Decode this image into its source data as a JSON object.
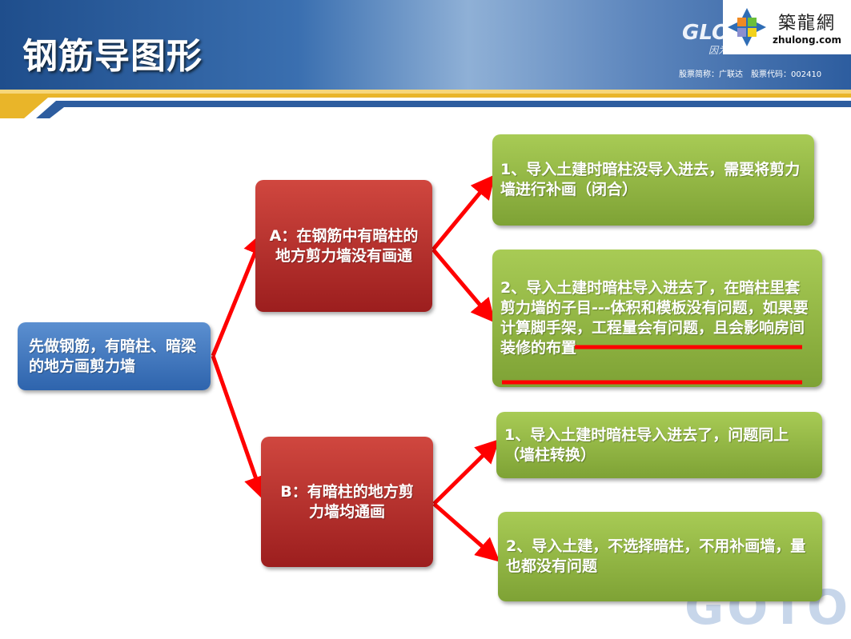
{
  "header": {
    "title": "钢筋导图形",
    "brand": "GLO",
    "brand_sub": "因为",
    "stock_info": "股票简称：广联达　股票代码：002410"
  },
  "logo": {
    "cn": "築龍網",
    "en": "zhulong.com"
  },
  "diagram": {
    "root": "先做钢筋，有暗柱、暗梁的地方画剪力墙",
    "branch_a": "A：在钢筋中有暗柱的地方剪力墙没有画通",
    "branch_b": "B：有暗柱的地方剪力墙均通画",
    "a1": "1、导入土建时暗柱没导入进去，需要将剪力墙进行补画（闭合）",
    "a2": "2、导入土建时暗柱导入进去了，在暗柱里套剪力墙的子目---体积和模板没有问题，如果要计算脚手架，工程量会有问题，且会影响房间装修的布置",
    "b1": "1、导入土建时暗柱导入进去了，问题同上（墙柱转换）",
    "b2": "2、导入土建，不选择暗柱，不用补画墙，量也都没有问题"
  },
  "watermark": "GOTO",
  "colors": {
    "arrow": "#ff0000",
    "root": "#3a72bd",
    "branch": "#b52c2a",
    "leaf": "#93b945"
  }
}
